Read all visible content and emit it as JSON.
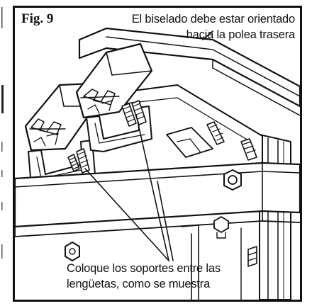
{
  "figure": {
    "label": "Fig. 9"
  },
  "captions": {
    "top_line1": "El biselado debe estar orientado",
    "top_line2": "hacia la polea trasera",
    "bottom_line1": "Coloque los soportes entre las",
    "bottom_line2": "lengüetas, como se muestra"
  }
}
